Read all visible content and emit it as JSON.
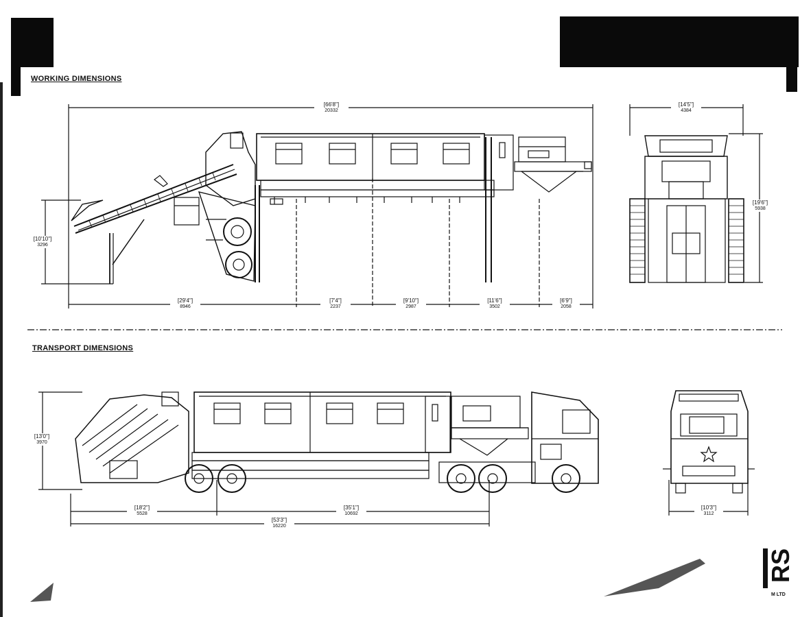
{
  "sections": {
    "working_title": "WORKING DIMENSIONS",
    "transport_title": "TRANSPORT DIMENSIONS"
  },
  "working": {
    "overall_length": {
      "imperial": "[66'8\"]",
      "metric": "20332"
    },
    "height": {
      "imperial": "[10'10\"]",
      "metric": "3296"
    },
    "seg1": {
      "imperial": "[29'4\"]",
      "metric": "8946"
    },
    "seg2": {
      "imperial": "[7'4\"]",
      "metric": "2237"
    },
    "seg3": {
      "imperial": "[9'10\"]",
      "metric": "2987"
    },
    "seg4": {
      "imperial": "[11'6\"]",
      "metric": "3502"
    },
    "seg5": {
      "imperial": "[6'9\"]",
      "metric": "2058"
    },
    "end_width": {
      "imperial": "[14'5\"]",
      "metric": "4384"
    },
    "end_height": {
      "imperial": "[19'6\"]",
      "metric": "5938"
    }
  },
  "transport": {
    "height": {
      "imperial": "[13'0\"]",
      "metric": "3970"
    },
    "seg1": {
      "imperial": "[18'2\"]",
      "metric": "5528"
    },
    "seg2": {
      "imperial": "[35'1\"]",
      "metric": "10692"
    },
    "overall_length": {
      "imperial": "[53'3\"]",
      "metric": "16220"
    },
    "end_width": {
      "imperial": "[10'3\"]",
      "metric": "3112"
    }
  },
  "logo": {
    "text": "RS",
    "sub": "M LTD"
  },
  "colors": {
    "ink": "#111111",
    "paper": "#ffffff"
  }
}
